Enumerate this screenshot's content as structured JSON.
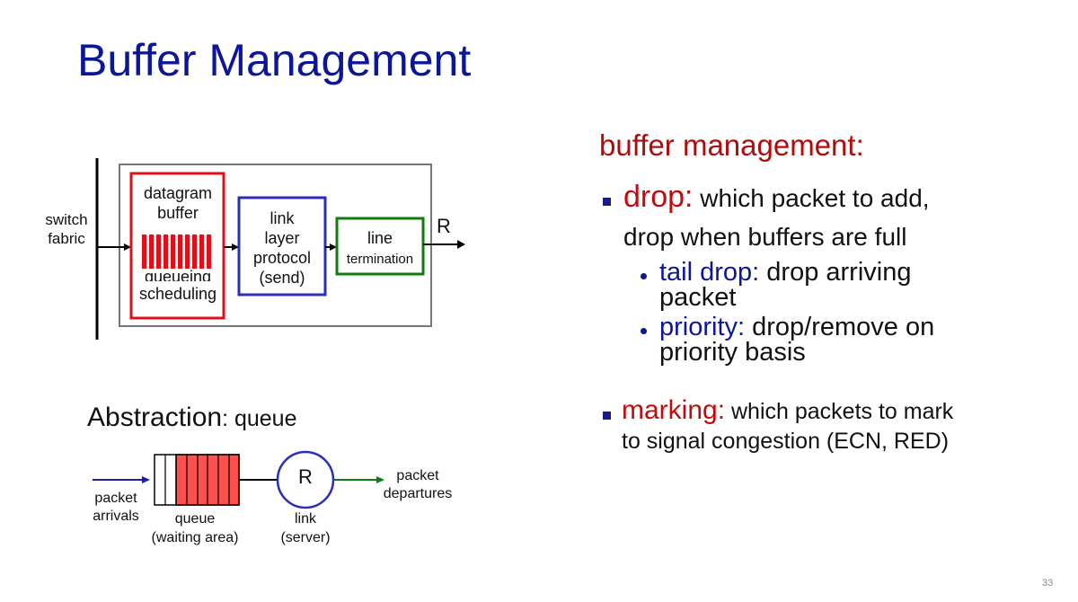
{
  "slide": {
    "title": "Buffer Management",
    "page_number": "33"
  },
  "diagram": {
    "switch_fabric": [
      "switch",
      "fabric"
    ],
    "datagram_buffer": [
      "datagram",
      "buffer"
    ],
    "queueing": "queueing",
    "scheduling": "scheduling",
    "link_layer": [
      "link",
      "layer",
      "protocol",
      "(send)"
    ],
    "line_termination": [
      "line",
      "termination"
    ],
    "rate": "R"
  },
  "abstraction": {
    "title": "Abstraction",
    "subtitle": ": queue",
    "packet_arrivals": [
      "packet",
      "arrivals"
    ],
    "queue_label": [
      "queue",
      "(waiting area)"
    ],
    "server_rate": "R",
    "link_label": [
      "link",
      "(server)"
    ],
    "packet_departures": [
      "packet",
      "departures"
    ]
  },
  "content": {
    "heading": "buffer management:",
    "drop": {
      "term": "drop:",
      "text_line1": " which packet to add,",
      "text_line2": "drop when buffers are full",
      "sub": [
        {
          "term": "tail drop:",
          "line1": " drop arriving",
          "line2": "packet"
        },
        {
          "term": "priority:",
          "line1": " drop/remove on",
          "line2": "priority basis"
        }
      ]
    },
    "marking": {
      "term": "marking:",
      "text_line1": " which packets to mark",
      "text_line2": "to signal congestion (ECN, RED)"
    }
  },
  "colors": {
    "title_blue": "#0c1699",
    "accent_red": "#c00c0c",
    "buffer_red": "#e0101a",
    "link_blue": "#2b2fb8",
    "line_green": "#117a11",
    "queue_fill": "#ff5050"
  }
}
